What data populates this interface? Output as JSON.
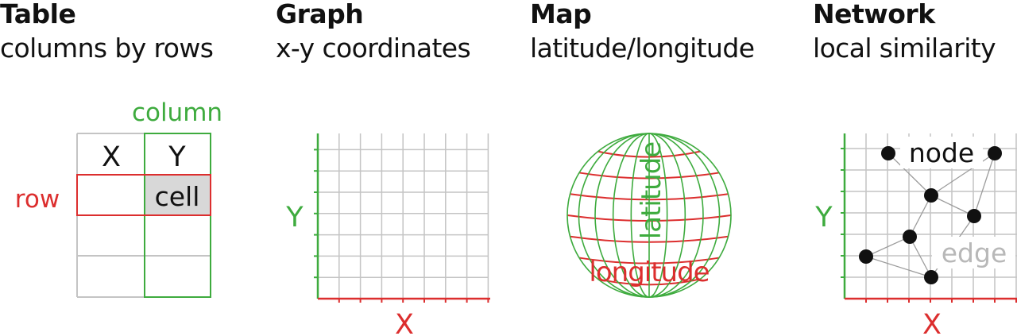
{
  "panels": [
    {
      "title": "Table",
      "subtitle": "columns by rows"
    },
    {
      "title": "Graph",
      "subtitle": "x-y coordinates"
    },
    {
      "title": "Map",
      "subtitle": "latitude/longitude"
    },
    {
      "title": "Network",
      "subtitle": "local similarity"
    }
  ],
  "table": {
    "column_label": "column",
    "row_label": "row",
    "header_x": "X",
    "header_y": "Y",
    "cell_label": "cell"
  },
  "graph": {
    "x_label": "X",
    "y_label": "Y"
  },
  "map": {
    "latitude_label": "latitude",
    "longitude_label": "longitude"
  },
  "network": {
    "node_label": "node",
    "edge_label": "edge",
    "x_label": "X",
    "y_label": "Y"
  },
  "colors": {
    "red": "#dc2e2e",
    "green": "#3eab3e",
    "grid": "#c4c4c4",
    "cell_fill": "#d8d8d8",
    "text": "#111111"
  }
}
